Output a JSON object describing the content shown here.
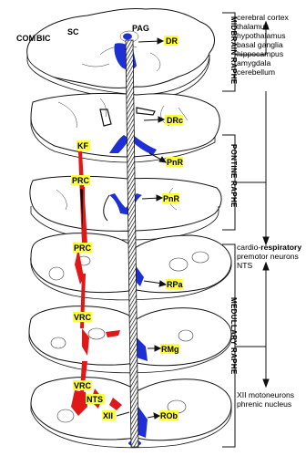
{
  "regions": {
    "midbrain": "MIDBRAIN RAPHE",
    "pontine": "PONTINE RAPHE",
    "medullary": "MEDULLARY RAPHE"
  },
  "targets": {
    "upper": [
      "cerebral cortex",
      "thalamus",
      "hypothalamus",
      "basal ganglia",
      "hippocampus",
      "amygdala",
      "cerebellum"
    ],
    "middle_line1_prefix": "cardio-",
    "middle_line1_bold": "respiratory",
    "middle_line2": "premotor neurons",
    "middle_line3": "NTS",
    "lower": [
      "XII motoneurons",
      "phrenic nucleus"
    ]
  },
  "nuclei": {
    "DR": "DR",
    "DRc": "DRc",
    "PnR_a": "PnR",
    "PnR_b": "PnR",
    "RPa": "RPa",
    "RMg": "RMg",
    "ROb": "ROb",
    "KF": "KF",
    "PRC_a": "PRC",
    "PRC_b": "PRC",
    "VRC_a": "VRC",
    "VRC_b": "VRC",
    "NTS": "NTS",
    "XII": "XII"
  },
  "small_labels": {
    "COM": "COM",
    "BIC": "BIC",
    "SC": "SC",
    "PAG": "PAG"
  },
  "colors": {
    "highlight": "#ffff33",
    "raphe_blue": "#1f2fd6",
    "respiratory_red": "#e01818",
    "outline": "#111111"
  }
}
